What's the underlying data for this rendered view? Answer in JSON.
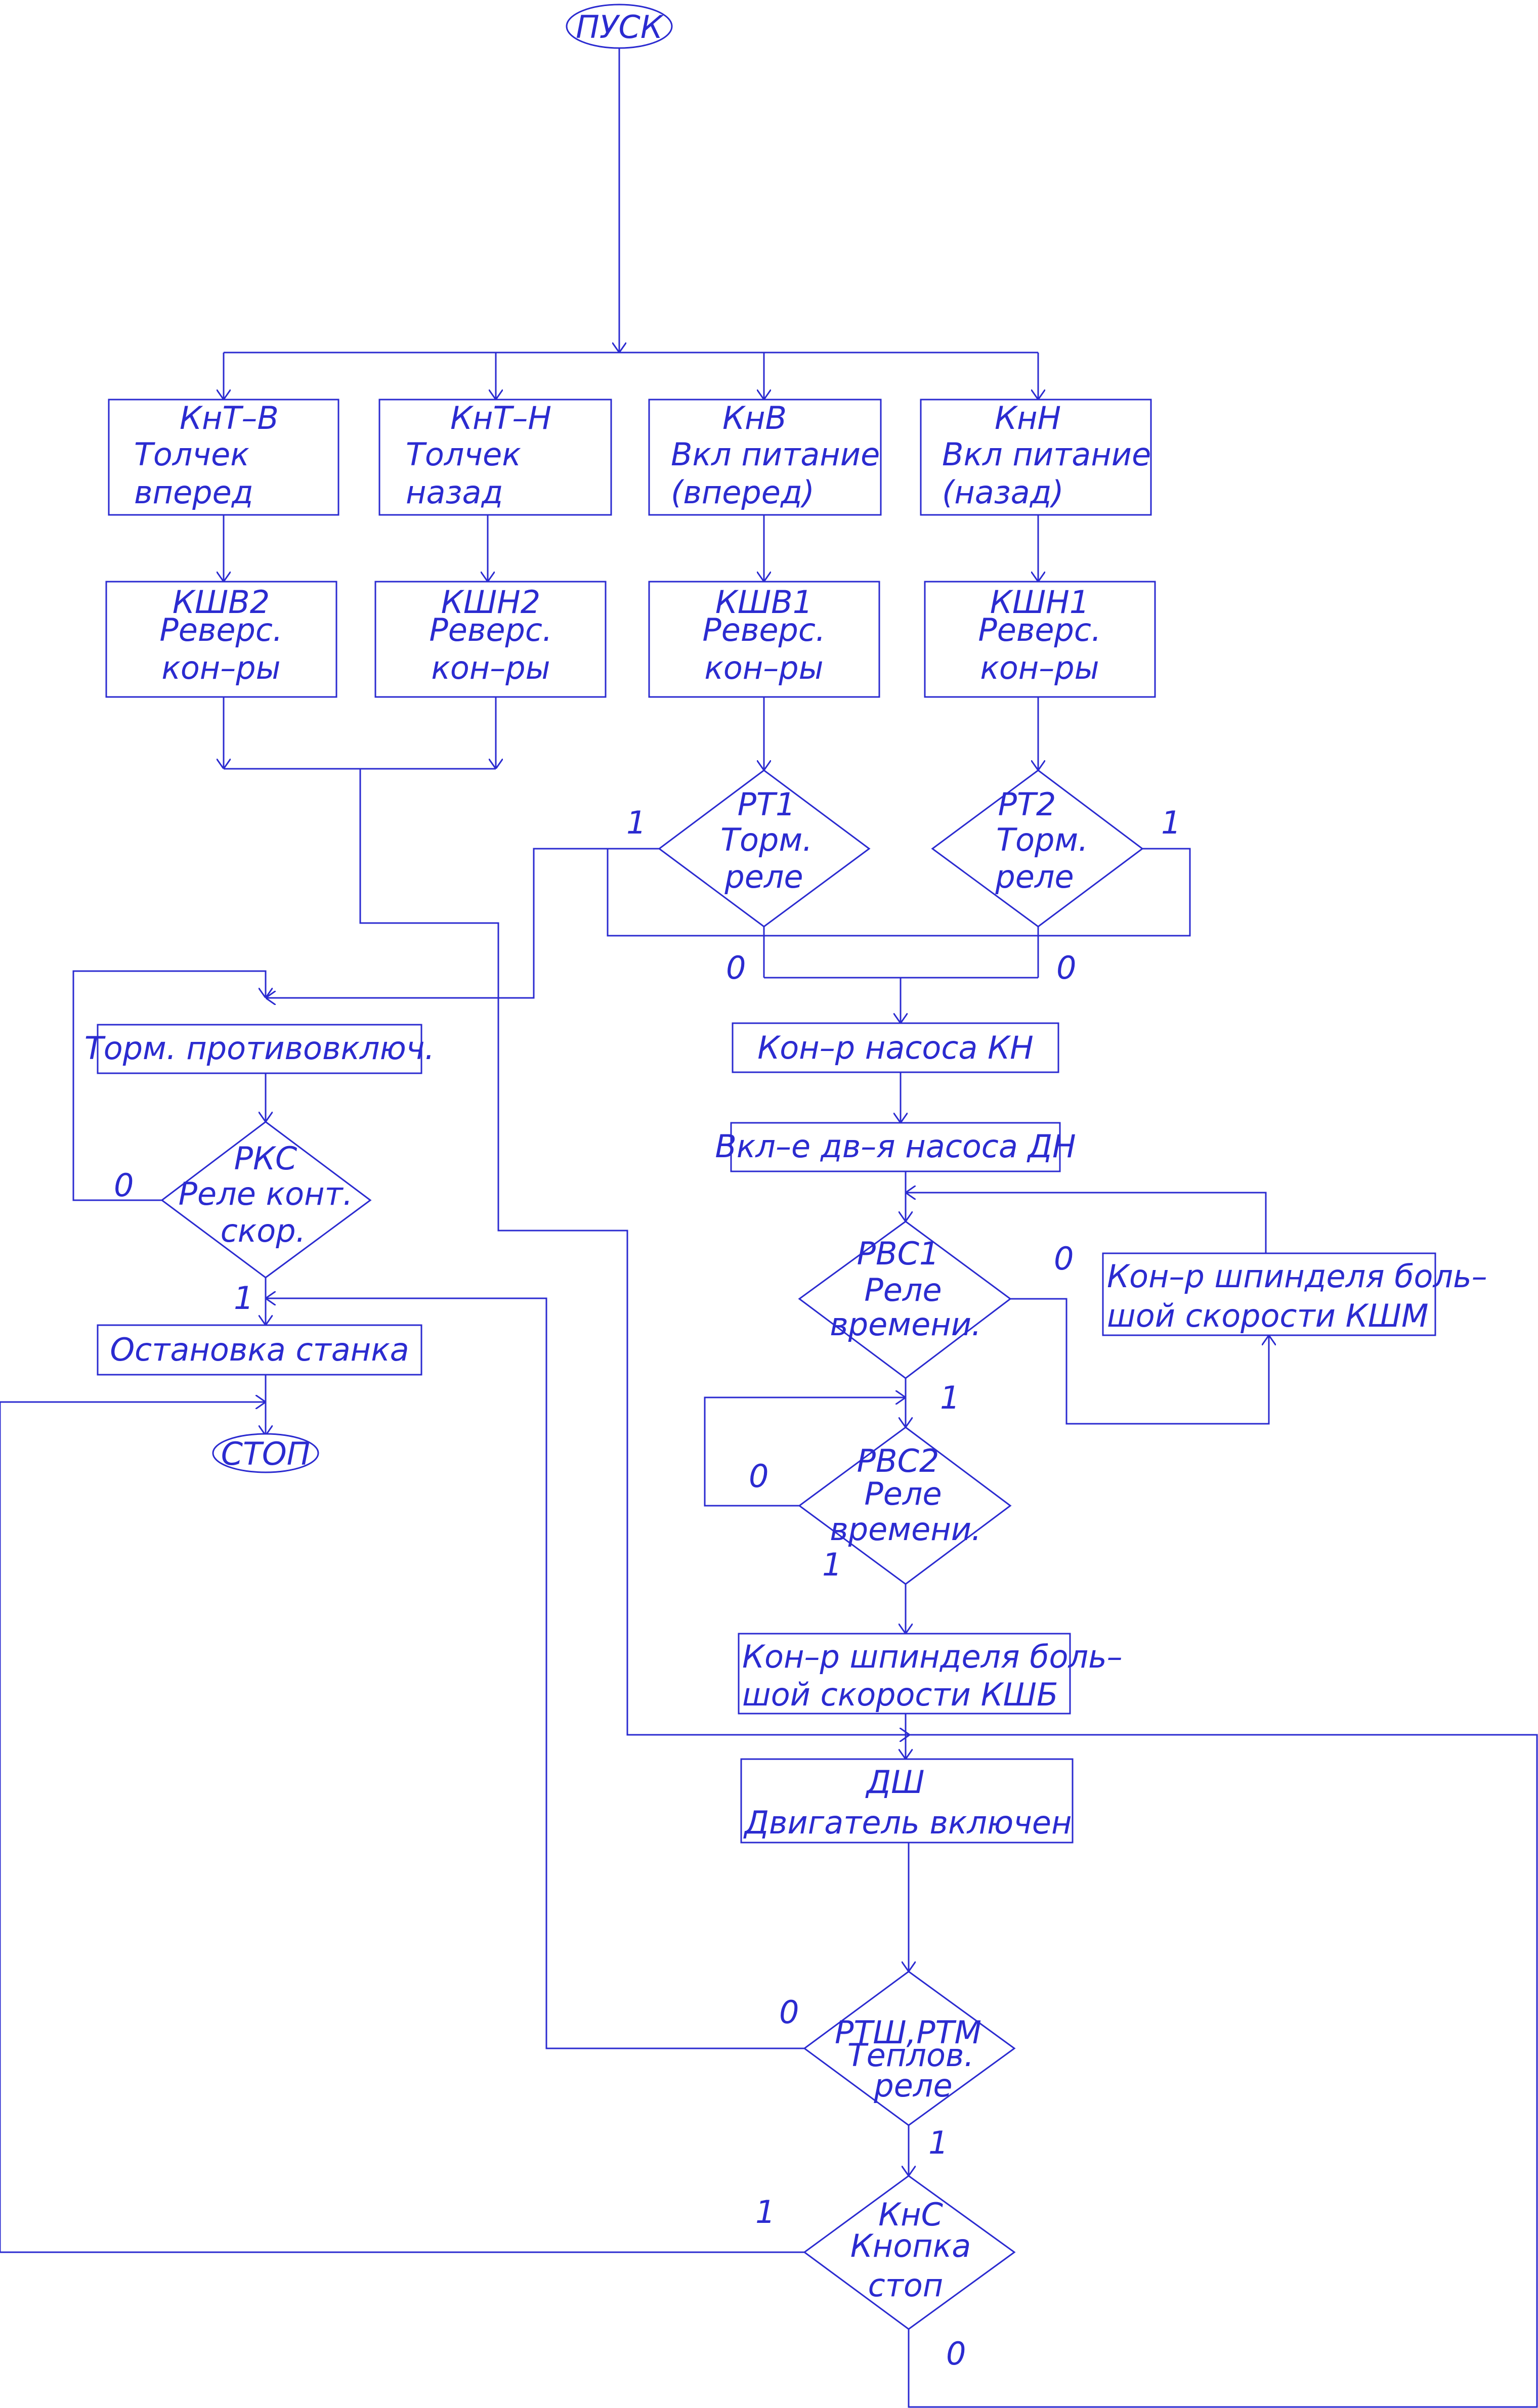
{
  "start": "ПУСК",
  "stop": "СТОП",
  "blocks": {
    "knt_v": [
      "КнТ–В",
      "Толчек",
      "вперед"
    ],
    "knt_n": [
      "КнТ–Н",
      "Толчек",
      "назад"
    ],
    "knv": [
      "КнВ",
      "Вкл питание",
      "(вперед)"
    ],
    "knn": [
      "КнН",
      "Вкл питание",
      "(назад)"
    ],
    "kshv2": [
      "КШВ2",
      "Реверс.",
      "кон–ры"
    ],
    "kshn2": [
      "КШН2",
      "Реверс.",
      "кон–ры"
    ],
    "kshv1": [
      "КШВ1",
      "Реверс.",
      "кон–ры"
    ],
    "kshn1": [
      "КШН1",
      "Реверс.",
      "кон–ры"
    ],
    "brake": "Торм. противовключ.",
    "pump_contactor": "Кон–р насоса КН",
    "pump_motor": "Вкл–е дв–я насоса ДН",
    "kshm": [
      "Кон–р шпинделя боль–",
      "шой скорости КШМ"
    ],
    "kshb": [
      "Кон–р шпинделя боль–",
      "шой скорости КШБ"
    ],
    "motor": [
      "ДШ",
      "Двигатель включен"
    ],
    "machine_stop": "Остановка станка"
  },
  "decisions": {
    "rt1": [
      "РТ1",
      "Торм.",
      "реле"
    ],
    "rt2": [
      "РТ2",
      "Торм.",
      "реле"
    ],
    "rks": [
      "РКС",
      "Реле конт.",
      "скор."
    ],
    "rvs1": [
      "РВС1",
      "Реле",
      "времени."
    ],
    "rvs2": [
      "РВС2",
      "Реле",
      "времени."
    ],
    "rtsh": [
      "РТШ,РТМ",
      "Теплов.",
      "реле"
    ],
    "kns": [
      "КнС",
      "Кнопка",
      "стоп"
    ]
  },
  "labels": {
    "rt1_one": "1",
    "rt1_zero": "0",
    "rt2_one": "1",
    "rt2_zero": "0",
    "rks_zero": "0",
    "rks_one": "1",
    "rvs1_zero": "0",
    "rvs1_one": "1",
    "rvs2_zero": "0",
    "rvs2_one": "1",
    "rtsh_zero": "0",
    "rtsh_one": "1",
    "kns_one": "1",
    "kns_zero": "0"
  }
}
